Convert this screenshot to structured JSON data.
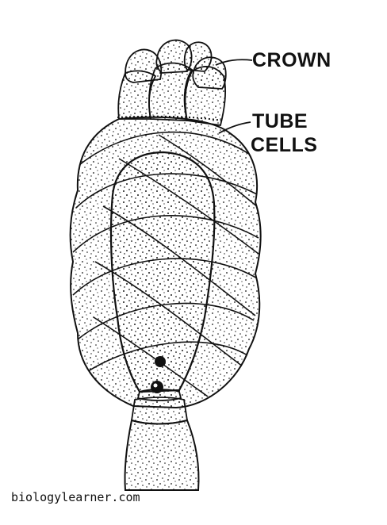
{
  "labels": {
    "crown": "CROWN",
    "tube": "TUBE",
    "cells": "CELLS"
  },
  "watermark": "biologylearner.com",
  "colors": {
    "ink": "#111111",
    "background": "#ffffff"
  }
}
